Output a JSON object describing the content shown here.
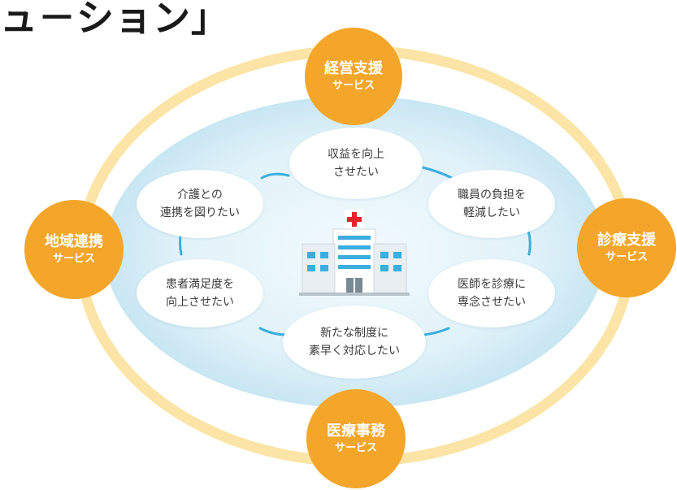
{
  "heading": "ュ－ション」",
  "colors": {
    "outer_ring": "#fbe4a6",
    "inner_field": "#d4ecf6",
    "connector": "#3aaee0",
    "service_circle": "#f4a62a",
    "hospital_cross": "#e0262b"
  },
  "services": {
    "top": {
      "main": "経営支援",
      "sub": "サービス"
    },
    "left": {
      "main": "地域連携",
      "sub": "サービス"
    },
    "right": {
      "main": "診療支援",
      "sub": "サービス"
    },
    "bottom": {
      "main": "医療事務",
      "sub": "サービス"
    }
  },
  "needs": {
    "top": {
      "line1": "収益を向上",
      "line2": "させたい"
    },
    "upper_right": {
      "line1": "職員の負担を",
      "line2": "軽減したい"
    },
    "lower_right": {
      "line1": "医師を診療に",
      "line2": "専念させたい"
    },
    "bottom": {
      "line1": "新たな制度に",
      "line2": "素早く対応したい"
    },
    "lower_left": {
      "line1": "患者満足度を",
      "line2": "向上させたい"
    },
    "upper_left": {
      "line1": "介護との",
      "line2": "連携を図りたい"
    }
  },
  "center_icon": "hospital-icon"
}
